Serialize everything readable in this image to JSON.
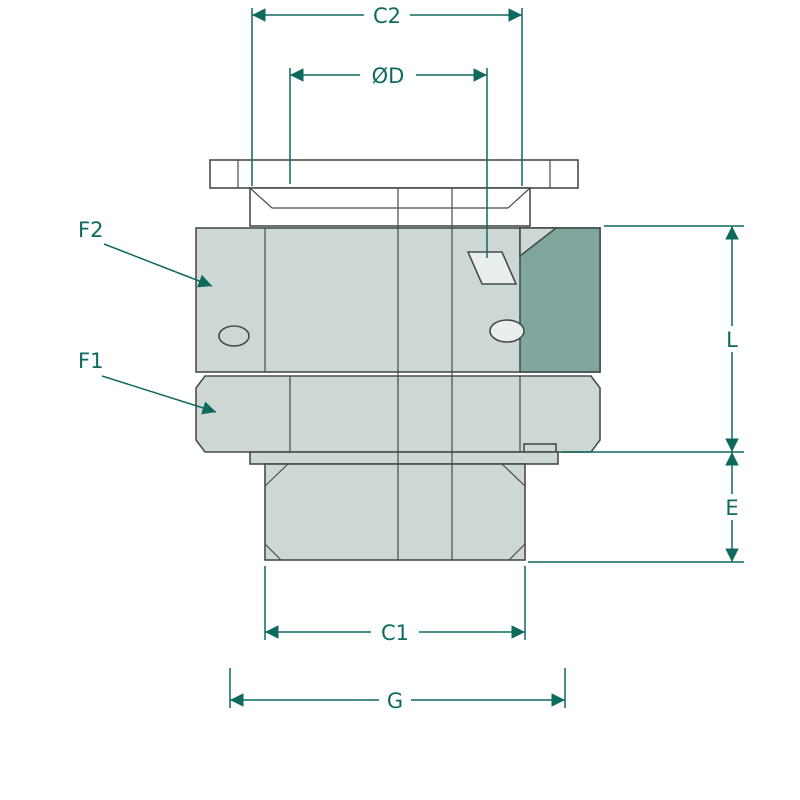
{
  "diagram": {
    "labels": {
      "c2": "C2",
      "od": "ØD",
      "f2": "F2",
      "f1": "F1",
      "l": "L",
      "e": "E",
      "c1": "C1",
      "g": "G"
    },
    "colors": {
      "dimension": "#0e6a5d",
      "body_fill": "#cdd8d4",
      "body_shade": "#7fa79e",
      "body_light": "#e9efec",
      "outline": "#474c4a",
      "background": "#ffffff"
    }
  }
}
